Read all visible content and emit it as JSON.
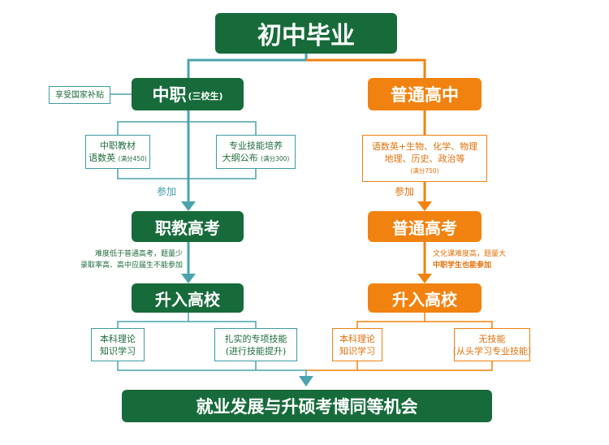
{
  "top": {
    "title": "初中毕业"
  },
  "left": {
    "subsidy": "享受国家补贴",
    "main": "中职",
    "main_sub": "(三校生)",
    "box1_line1": "中职教材",
    "box1_line2": "语数英",
    "box1_small": "(满分450)",
    "box2_line1": "专业技能培养",
    "box2_line2": "大纲公布",
    "box2_small": "(满分300)",
    "join": "参加",
    "exam": "职教高考",
    "note_line1": "难度低于普通高考，题量少",
    "note_line2": "录取率高、高中应届生不能参加",
    "school": "升入高校",
    "box3_line1": "本科理论",
    "box3_line2": "知识学习",
    "box4_line1": "扎实的专项技能",
    "box4_line2": "(进行技能提升)"
  },
  "right": {
    "main": "普通高中",
    "box1_line1": "语数英+生物、化学、物理",
    "box1_line2": "地理、历史、政治等",
    "box1_small": "(满分750)",
    "join": "参加",
    "exam": "普通高考",
    "note_line1": "文化课难度高，题量大",
    "note_line2": "中职学生也能参加",
    "school": "升入高校",
    "box3_line1": "本科理论",
    "box3_line2": "知识学习",
    "box4_line1": "无技能",
    "box4_line2": "(从头学习专业技能)"
  },
  "bottom": {
    "title": "就业发展与升硕考博同等机会"
  },
  "colors": {
    "green": "#176b3a",
    "orange": "#f2820f",
    "teal": "#4aa3ad"
  }
}
